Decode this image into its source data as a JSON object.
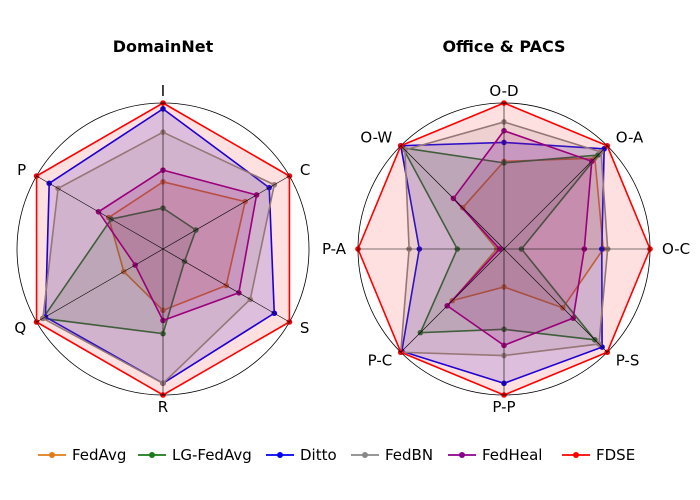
{
  "chart_data": [
    {
      "type": "radar",
      "title": "DomainNet",
      "axes": [
        "I",
        "C",
        "S",
        "R",
        "Q",
        "P"
      ],
      "rmax": 1.0,
      "grid": "outer-circle-and-spokes",
      "series": [
        {
          "name": "FedAvg",
          "color": "#e07b1a",
          "values": [
            0.46,
            0.65,
            0.5,
            0.42,
            0.31,
            0.43
          ]
        },
        {
          "name": "LG-FedAvg",
          "color": "#1a7a1a",
          "values": [
            0.28,
            0.26,
            0.17,
            0.58,
            0.95,
            0.41
          ]
        },
        {
          "name": "Ditto",
          "color": "#0000ee",
          "values": [
            0.96,
            0.84,
            0.88,
            0.92,
            0.93,
            0.9
          ]
        },
        {
          "name": "FedBN",
          "color": "#888888",
          "values": [
            0.8,
            0.88,
            0.69,
            0.92,
            0.95,
            0.83
          ]
        },
        {
          "name": "FedHeal",
          "color": "#8b008b",
          "values": [
            0.54,
            0.74,
            0.6,
            0.49,
            0.22,
            0.51
          ]
        },
        {
          "name": "FDSE",
          "color": "#ff0000",
          "values": [
            1.0,
            1.0,
            1.0,
            1.0,
            1.0,
            1.0
          ]
        }
      ]
    },
    {
      "type": "radar",
      "title": "Office & PACS",
      "axes": [
        "O-D",
        "O-A",
        "O-C",
        "P-S",
        "P-P",
        "P-C",
        "P-A",
        "O-W"
      ],
      "rmax": 1.0,
      "grid": "outer-circle-and-spokes",
      "series": [
        {
          "name": "FedAvg",
          "color": "#e07b1a",
          "values": [
            0.6,
            0.88,
            0.68,
            0.57,
            0.26,
            0.5,
            0.05,
            0.4
          ]
        },
        {
          "name": "LG-FedAvg",
          "color": "#1a7a1a",
          "values": [
            0.59,
            0.91,
            0.12,
            0.88,
            0.55,
            0.81,
            0.32,
            0.98
          ]
        },
        {
          "name": "Ditto",
          "color": "#0000ee",
          "values": [
            0.73,
            0.97,
            0.67,
            0.95,
            0.92,
            0.99,
            0.58,
            1.0
          ]
        },
        {
          "name": "FedBN",
          "color": "#888888",
          "values": [
            0.87,
            0.94,
            0.71,
            0.92,
            0.73,
            1.0,
            0.65,
            0.96
          ]
        },
        {
          "name": "FedHeal",
          "color": "#8b008b",
          "values": [
            0.81,
            0.85,
            0.55,
            0.67,
            0.66,
            0.55,
            0.03,
            0.49
          ]
        },
        {
          "name": "FDSE",
          "color": "#ff0000",
          "values": [
            1.0,
            1.0,
            1.0,
            1.0,
            1.0,
            1.0,
            1.0,
            1.0
          ]
        }
      ]
    }
  ],
  "legend": {
    "placement": "bottom",
    "items": [
      "FedAvg",
      "LG-FedAvg",
      "Ditto",
      "FedBN",
      "FedHeal",
      "FDSE"
    ]
  }
}
